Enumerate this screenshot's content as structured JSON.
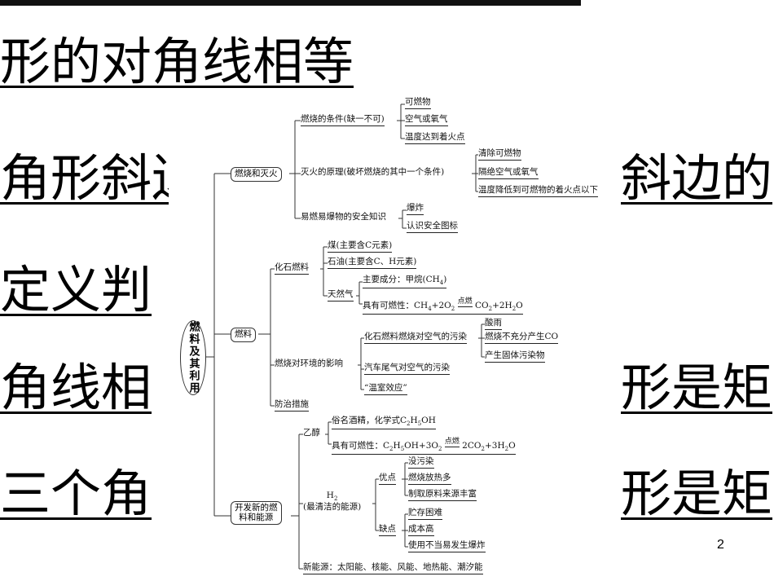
{
  "background_lines": [
    "形的对角线相等",
    "角形斜边",
    "定义判",
    "角线相",
    "三个角",
    "斜边的",
    "形是矩",
    "形是矩"
  ],
  "page_number": "2",
  "diagram": {
    "root": "燃料及其利用",
    "b1": {
      "label": "燃烧和灭火",
      "c1": "燃烧的条件(缺一不可)",
      "c1_items": [
        "可燃物",
        "空气或氧气",
        "温度达到着火点"
      ],
      "c2": "灭火的原理(破坏燃烧的其中一个条件)",
      "c2_items": [
        "清除可燃物",
        "隔绝空气或氧气",
        "温度降低到可燃物的着火点以下"
      ],
      "c3": "易燃易爆物的安全知识",
      "c3_items": [
        "爆炸",
        "认识安全图标"
      ]
    },
    "b2": {
      "label": "燃料",
      "fossil": "化石燃料",
      "coal": "煤(主要含C元素)",
      "oil": "石油(主要含C、H元素)",
      "gas": "天然气",
      "gas_main": "主要成分：甲烷(CH",
      "gas_burn_pre": "具有可燃性：CH",
      "gas_burn_mid": "+2O",
      "gas_cond": "点燃",
      "gas_burn_post": "CO",
      "gas_burn_end": "+2H",
      "env": "燃烧对环境的影响",
      "env1": "化石燃料燃烧对空气的污染",
      "env1_items": [
        "酸雨",
        "燃烧不充分产生CO",
        "产生固体污染物"
      ],
      "env2": "汽车尾气对空气的污染",
      "env3": "“温室效应”",
      "measure": "防治措施"
    },
    "b3": {
      "label1": "开发新的燃",
      "label2": "料和能源",
      "ethanol": "乙醇",
      "eth1": "俗名酒精，化学式C",
      "eth2": "具有可燃性：C",
      "eth_cond": "点燃",
      "h2": "H",
      "h2_note": "(最清洁的能源)",
      "adv": "优点",
      "adv_items": [
        "没污染",
        "燃烧放热多",
        "制取原料来源丰富"
      ],
      "dis": "缺点",
      "dis_items": [
        "贮存困难",
        "成本高",
        "使用不当易发生爆炸"
      ],
      "new_energy": "新能源：太阳能、核能、风能、地热能、潮汐能"
    }
  }
}
